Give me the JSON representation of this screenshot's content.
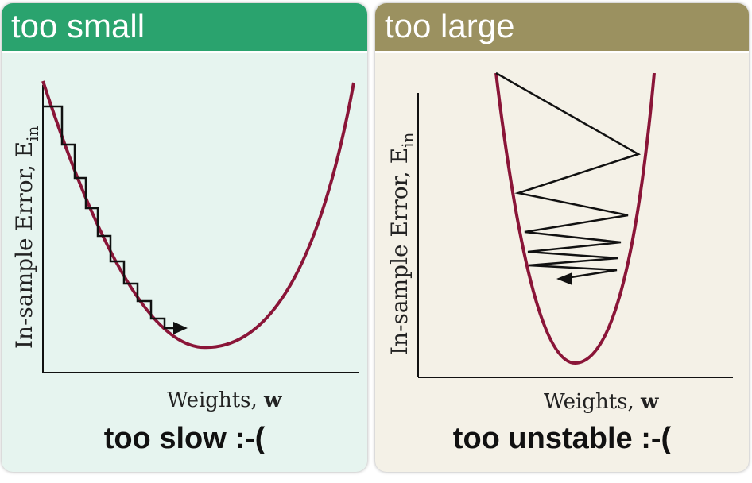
{
  "colors": {
    "curve": "#8a1538",
    "left_header": "#2aa36e",
    "right_header": "#9b9160",
    "left_bg": "#e6f4ef",
    "right_bg": "#f4f1e7"
  },
  "panels": [
    {
      "header": "too small",
      "y_axis_label": "In-sample Error, E",
      "y_axis_label_sub": "in",
      "x_axis_label": "Weights, ",
      "x_axis_symbol": "w",
      "caption": "too slow :-("
    },
    {
      "header": "too large",
      "y_axis_label": "In-sample Error, E",
      "y_axis_label_sub": "in",
      "x_axis_label": "Weights, ",
      "x_axis_symbol": "w",
      "caption": "too unstable :-("
    }
  ]
}
